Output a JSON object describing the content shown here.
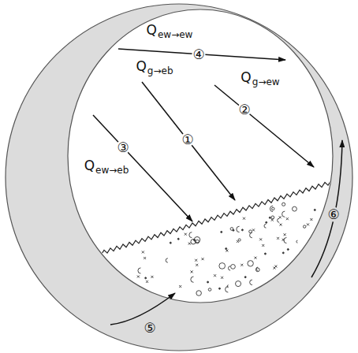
{
  "diagram": {
    "labels": [
      "Qew→ew",
      "④",
      "Qg→eb",
      "①",
      "Qg→ew",
      "②",
      "Qew→eb",
      "③",
      "⑤",
      "⑥"
    ]
  }
}
